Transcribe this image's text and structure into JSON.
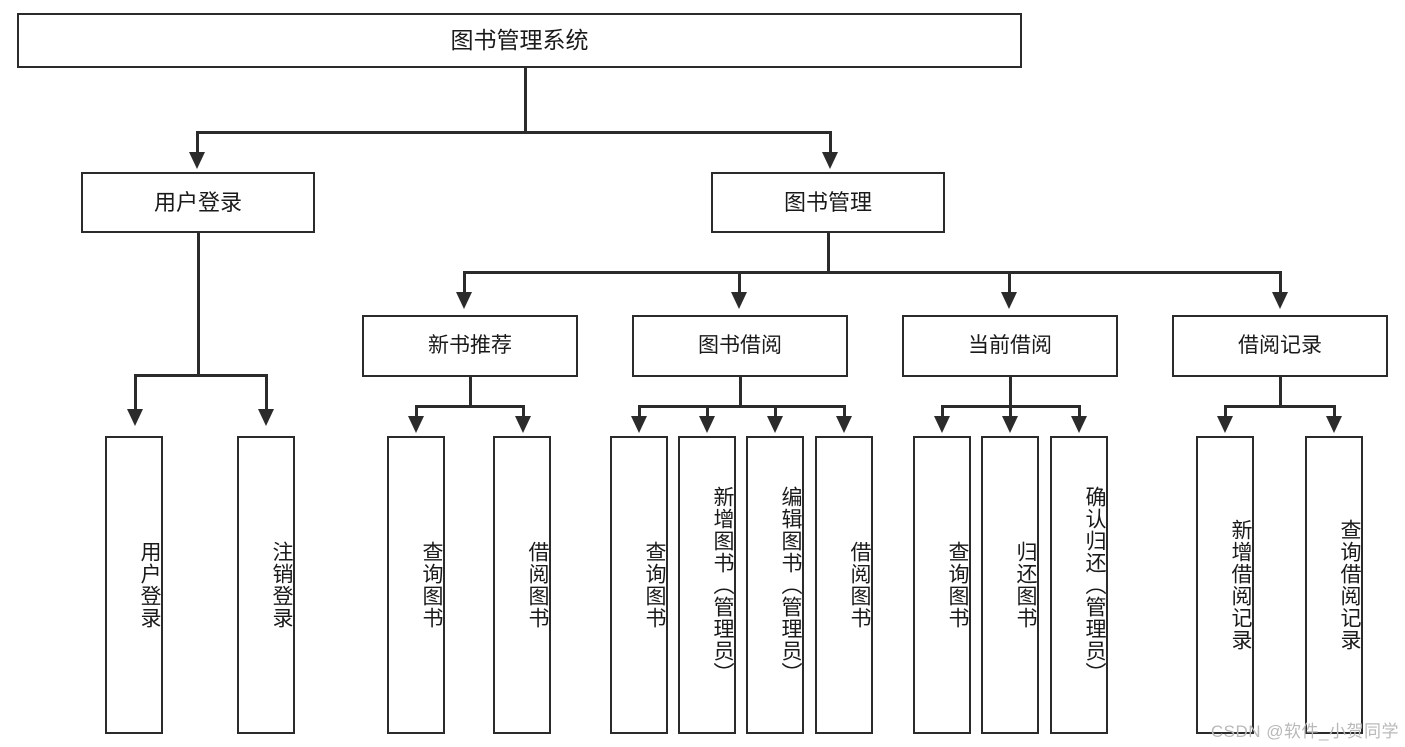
{
  "diagram": {
    "type": "tree-hierarchy",
    "title": "图书管理系统",
    "root": {
      "label": "图书管理系统"
    },
    "level1": [
      {
        "id": "user-login",
        "label": "用户登录"
      },
      {
        "id": "book-manage",
        "label": "图书管理"
      }
    ],
    "level2": [
      {
        "id": "new-book-recommend",
        "label": "新书推荐",
        "parent": "book-manage"
      },
      {
        "id": "book-borrow",
        "label": "图书借阅",
        "parent": "book-manage"
      },
      {
        "id": "current-borrow",
        "label": "当前借阅",
        "parent": "book-manage"
      },
      {
        "id": "borrow-record",
        "label": "借阅记录",
        "parent": "book-manage"
      }
    ],
    "leaves": [
      {
        "id": "leaf-user-login",
        "label": "用户登录",
        "parent": "user-login"
      },
      {
        "id": "leaf-logout-login",
        "label": "注销登录",
        "parent": "user-login"
      },
      {
        "id": "leaf-query-book-1",
        "label": "查询图书",
        "parent": "new-book-recommend"
      },
      {
        "id": "leaf-borrow-book-1",
        "label": "借阅图书",
        "parent": "new-book-recommend"
      },
      {
        "id": "leaf-query-book-2",
        "label": "查询图书",
        "parent": "book-borrow"
      },
      {
        "id": "leaf-add-book",
        "label": "新增图书（管理员）",
        "parent": "book-borrow"
      },
      {
        "id": "leaf-edit-book",
        "label": "编辑图书（管理员）",
        "parent": "book-borrow"
      },
      {
        "id": "leaf-borrow-book-2",
        "label": "借阅图书",
        "parent": "book-borrow"
      },
      {
        "id": "leaf-query-book-3",
        "label": "查询图书",
        "parent": "current-borrow"
      },
      {
        "id": "leaf-return-book",
        "label": "归还图书",
        "parent": "current-borrow"
      },
      {
        "id": "leaf-confirm-return",
        "label": "确认归还（管理员）",
        "parent": "current-borrow"
      },
      {
        "id": "leaf-add-record",
        "label": "新增借阅记录",
        "parent": "borrow-record"
      },
      {
        "id": "leaf-query-record",
        "label": "查询借阅记录",
        "parent": "borrow-record"
      }
    ],
    "colors": {
      "stroke": "#2b2b2b",
      "fill": "#ffffff",
      "text": "#1a1a1a",
      "watermark": "#b9b9b9"
    }
  },
  "watermark": {
    "text": "CSDN @软件_小贺同学"
  }
}
